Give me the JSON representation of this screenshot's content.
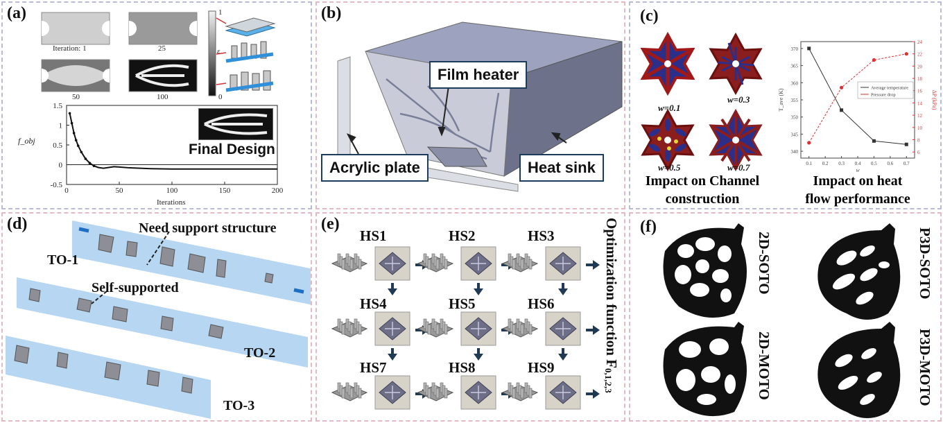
{
  "panels": {
    "a": {
      "label": "(a)",
      "iterations": [
        "Iteration: 1",
        "25",
        "50",
        "100"
      ],
      "colorbar_top": "1",
      "colorbar_bottom": "0",
      "colorbar_symbol": "ε",
      "final_design": "Final Design",
      "ylabel": "f_obj",
      "xlabel": "Iterations"
    },
    "b": {
      "label": "(b)",
      "film_heater": "Film heater",
      "acrylic_plate": "Acrylic plate",
      "heat_sink": "Heat sink"
    },
    "c": {
      "label": "(c)",
      "w_labels": [
        "w=0.1",
        "w=0.3",
        "w=0.5",
        "w=0.7"
      ],
      "caption_left": [
        "Impact on Channel",
        "construction"
      ],
      "caption_right": [
        "Impact on heat",
        "flow performance"
      ],
      "legend": [
        "Average temperature",
        "Pressure drop"
      ]
    },
    "d": {
      "label": "(d)",
      "need_support": "Need support structure",
      "self_supported": "Self-supported",
      "to_labels": [
        "TO-1",
        "TO-2",
        "TO-3"
      ]
    },
    "e": {
      "label": "(e)",
      "hs_labels": [
        "HS1",
        "HS2",
        "HS3",
        "HS4",
        "HS5",
        "HS6",
        "HS7",
        "HS8",
        "HS9"
      ],
      "side_text": "Optimization function F",
      "side_sub": "0,1,2,3"
    },
    "f": {
      "label": "(f)",
      "designs": [
        "2D-SOTO",
        "P3D-SOTO",
        "2D-MOTO",
        "P3D-MOTO"
      ]
    }
  },
  "chart_data": [
    {
      "type": "line",
      "xlabel": "Iterations",
      "ylabel": "f_obj",
      "xlim": [
        0,
        200
      ],
      "ylim": [
        -0.5,
        1.5
      ],
      "x_ticks": [
        0,
        50,
        100,
        150,
        200
      ],
      "y_ticks": [
        -0.5,
        0,
        0.5,
        1,
        1.5
      ],
      "series": [
        {
          "x": [
            3,
            5,
            7,
            9,
            11,
            14,
            18,
            22,
            26,
            30,
            35,
            40,
            45,
            50,
            60,
            70,
            80,
            100,
            120,
            150,
            180,
            200
          ],
          "values": [
            1.3,
            1.05,
            0.8,
            0.62,
            0.48,
            0.32,
            0.15,
            0.04,
            -0.03,
            -0.07,
            -0.09,
            -0.07,
            -0.05,
            -0.06,
            -0.08,
            -0.09,
            -0.1,
            -0.11,
            -0.11,
            -0.11,
            -0.11,
            -0.11
          ]
        }
      ]
    },
    {
      "type": "line",
      "xlabel": "w",
      "ylabel": "T_ave (K)",
      "y2label": "ΔP (kPa)",
      "x": [
        0.1,
        0.3,
        0.5,
        0.7
      ],
      "x_ticks": [
        0.1,
        0.2,
        0.3,
        0.4,
        0.5,
        0.6,
        0.7
      ],
      "ylim": [
        338,
        372
      ],
      "y_ticks": [
        340,
        345,
        350,
        355,
        360,
        365,
        370
      ],
      "y2lim": [
        5,
        24
      ],
      "y2_ticks": [
        6,
        8,
        10,
        12,
        14,
        16,
        18,
        20,
        22,
        24
      ],
      "series": [
        {
          "name": "Average temperature",
          "axis": "left",
          "color": "#333333",
          "values": [
            370,
            352,
            343,
            342
          ]
        },
        {
          "name": "Pressure drop",
          "axis": "right",
          "color": "#e03030",
          "values": [
            7.5,
            16.5,
            21,
            22
          ]
        }
      ]
    }
  ]
}
